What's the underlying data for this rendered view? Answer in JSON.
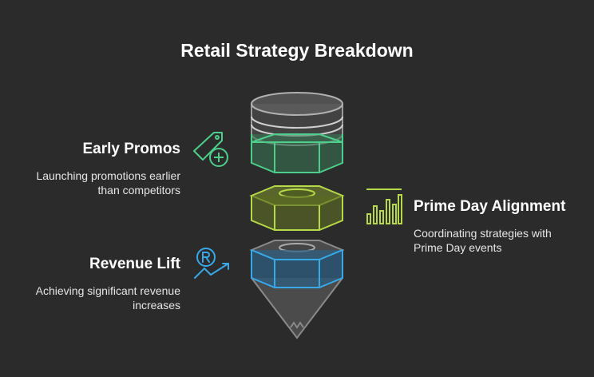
{
  "title": "Retail Strategy Breakdown",
  "sections": {
    "early_promos": {
      "heading": "Early Promos",
      "desc_line1": "Launching promotions earlier",
      "desc_line2": "than competitors",
      "color": "#4ccf8a",
      "icon": "price-tag-plus-icon"
    },
    "prime_day": {
      "heading": "Prime Day Alignment",
      "desc_line1": "Coordinating strategies with",
      "desc_line2": "Prime Day events",
      "color": "#b6d94a",
      "icon": "bar-chart-icon"
    },
    "revenue_lift": {
      "heading": "Revenue Lift",
      "desc_line1": "Achieving significant revenue",
      "desc_line2": "increases",
      "color": "#38a9e8",
      "icon": "revenue-growth-icon"
    }
  },
  "colors": {
    "background": "#2b2b2b",
    "gray_part": "#8a8a8a"
  }
}
